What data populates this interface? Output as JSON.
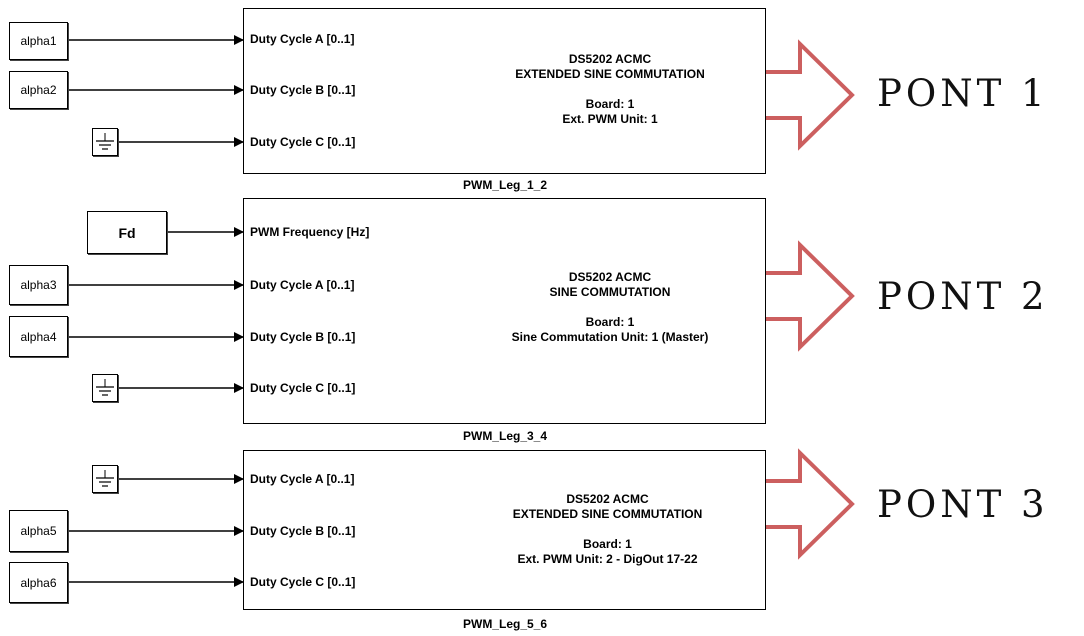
{
  "blocks": [
    {
      "ports": [
        "Duty Cycle A [0..1]",
        "Duty Cycle B [0..1]",
        "Duty Cycle C [0..1]"
      ],
      "lines": [
        "DS5202 ACMC",
        "EXTENDED SINE COMMUTATION",
        "",
        "Board: 1",
        "Ext. PWM Unit: 1"
      ],
      "caption": "PWM_Leg_1_2",
      "inputs": [
        "alpha1",
        "alpha2",
        "ground"
      ],
      "pont": "PONT 1"
    },
    {
      "ports": [
        "PWM Frequency [Hz]",
        "Duty Cycle A [0..1]",
        "Duty Cycle B [0..1]",
        "Duty Cycle C [0..1]"
      ],
      "lines": [
        "DS5202 ACMC",
        "SINE COMMUTATION",
        "",
        "Board: 1",
        "Sine Commutation Unit: 1 (Master)"
      ],
      "caption": "PWM_Leg_3_4",
      "inputs": [
        "Fd",
        "alpha3",
        "alpha4",
        "ground"
      ],
      "pont": "PONT 2"
    },
    {
      "ports": [
        "Duty Cycle A [0..1]",
        "Duty Cycle B [0..1]",
        "Duty Cycle C [0..1]"
      ],
      "lines": [
        "DS5202 ACMC",
        "EXTENDED SINE COMMUTATION",
        "",
        "Board: 1",
        "Ext. PWM Unit: 2 - DigOut 17-22"
      ],
      "caption": "PWM_Leg_5_6",
      "inputs": [
        "ground",
        "alpha5",
        "alpha6"
      ],
      "pont": "PONT 3"
    }
  ],
  "colors": {
    "arrow": "#cc5f5f",
    "stroke": "#000000"
  }
}
